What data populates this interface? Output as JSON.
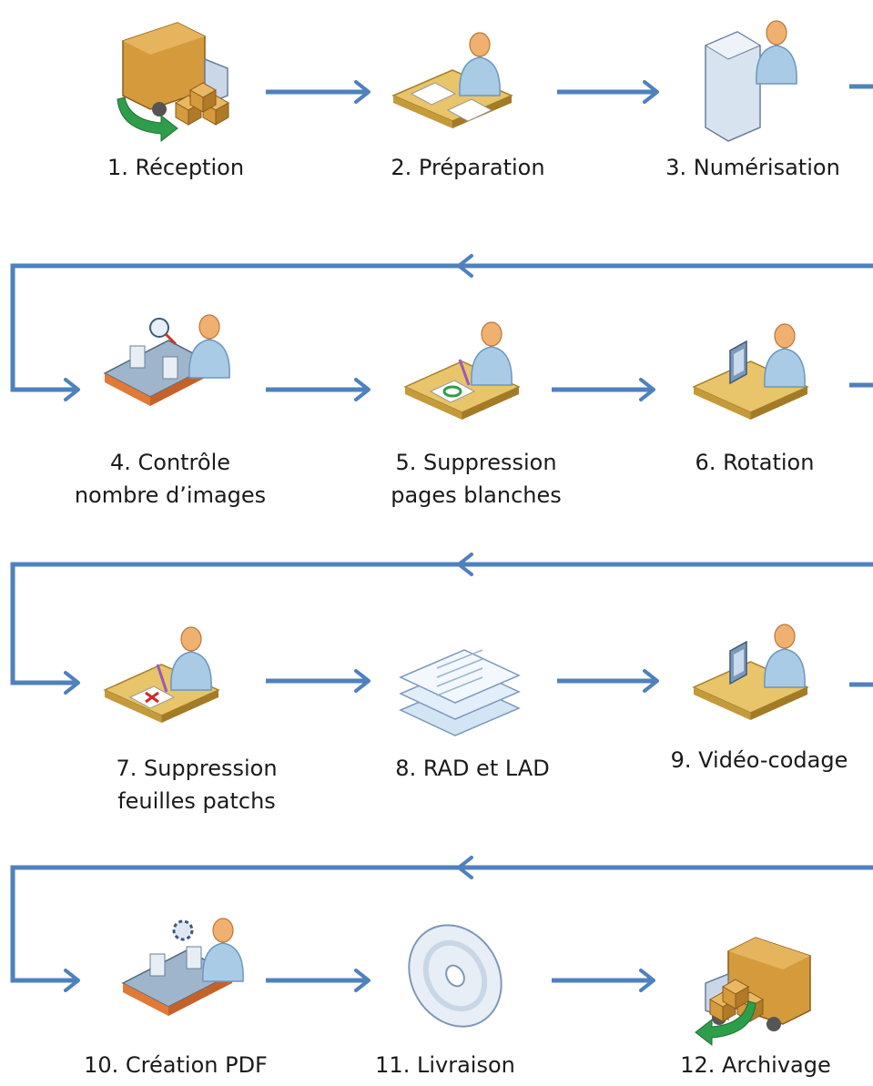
{
  "steps": [
    {
      "label": "1. Réception",
      "icon": "delivery-truck-icon"
    },
    {
      "label": "2. Préparation",
      "icon": "desk-worker-papers-icon"
    },
    {
      "label": "3. Numérisation",
      "icon": "scanner-operator-icon"
    },
    {
      "label": "4. Contrôle\nnombre d’images",
      "icon": "conveyor-inspector-icon"
    },
    {
      "label": "5. Suppression\npages blanches",
      "icon": "desk-worker-sheet-icon"
    },
    {
      "label": "6. Rotation",
      "icon": "computer-operator-icon"
    },
    {
      "label": "7. Suppression\nfeuilles patchs",
      "icon": "desk-worker-crossed-sheet-icon"
    },
    {
      "label": "8. RAD et LAD",
      "icon": "document-stack-icon"
    },
    {
      "label": "9. Vidéo-codage",
      "icon": "computer-operator-icon"
    },
    {
      "label": "10. Création PDF",
      "icon": "assembly-line-gear-icon"
    },
    {
      "label": "11. Livraison",
      "icon": "optical-disc-icon"
    },
    {
      "label": "12. Archivage",
      "icon": "delivery-truck-icon"
    }
  ],
  "colors": {
    "arrow": "#4f81bd",
    "skin": "#f0b070",
    "shirt": "#a9cbe6",
    "desk": "#e8c46a",
    "box": "#d49a3c",
    "truck": "#c9d7e8",
    "arrow_green": "#2e9e4a"
  }
}
